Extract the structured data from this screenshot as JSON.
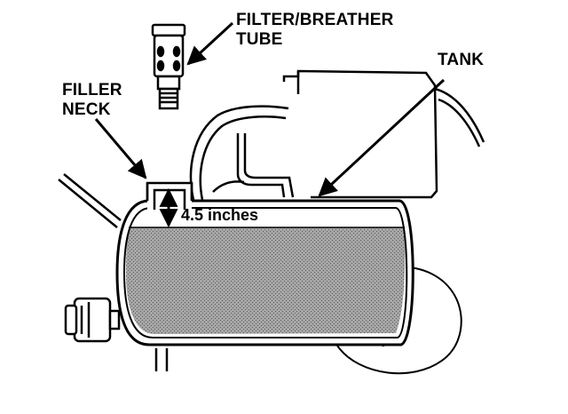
{
  "labels": {
    "filter_breather_line1": "FILTER/BREATHER",
    "filter_breather_line2": "TUBE",
    "filler_neck_line1": "FILLER",
    "filler_neck_line2": "NECK",
    "tank": "TANK",
    "level_measurement": "4.5 inches"
  },
  "colors": {
    "ink": "#000000",
    "paper": "#ffffff",
    "liquid_fill": "#9a9a9a"
  }
}
